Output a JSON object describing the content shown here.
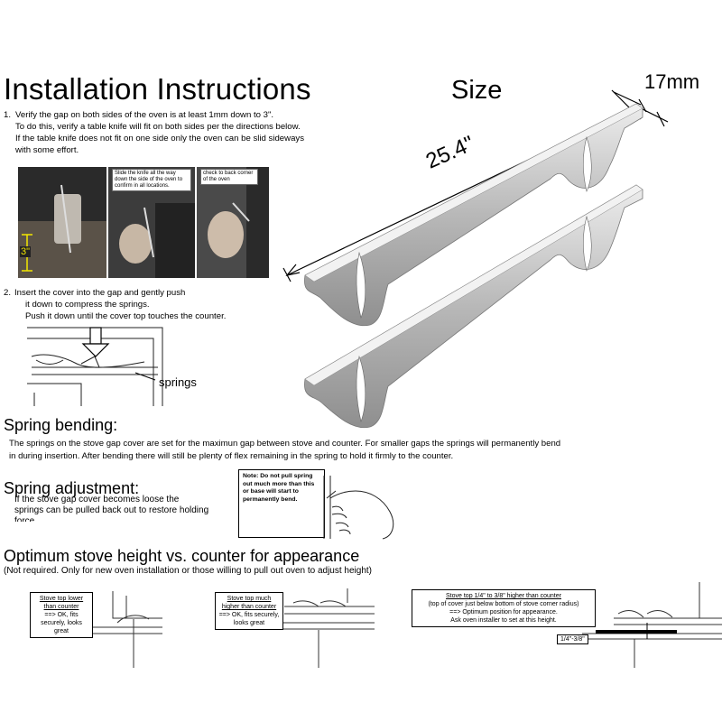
{
  "title": "Installation Instructions",
  "size": {
    "heading": "Size",
    "width_label": "17mm",
    "length_label": "25.4\""
  },
  "step1": {
    "number": "1.",
    "lines": [
      "Verify the gap on both sides of the oven is at least 1mm down to 3\".",
      "To do this, verify a table knife will fit on both sides per the directions below.",
      "If the table knife does not fit on one side only the oven can be slid sideways",
      "with some effort."
    ],
    "photo_captions": [
      "Slide the knife all the way down the side of the oven to confirm in all locations.",
      "check to back corner of the oven"
    ],
    "photo_measure": "3\""
  },
  "step2": {
    "number": "2.",
    "lines": [
      "Insert the cover into the gap and gently push",
      "it down to compress the springs.",
      "Push it down until the cover top touches the counter."
    ],
    "springs_label": "springs"
  },
  "spring_bending": {
    "heading": "Spring bending:",
    "lines": [
      "The springs on the stove gap cover are set for the maximun gap between stove and counter.  For smaller gaps the springs will permanently bend",
      "in during insertion.  After bending there will still be plenty of flex remaining in the spring to hold it firmly to the counter."
    ]
  },
  "spring_adjustment": {
    "heading": "Spring adjustment:",
    "lines": [
      "If the stove gap cover becomes loose the",
      "springs can be pulled back out to restore holding",
      "force"
    ],
    "note": "Note:  Do not pull spring out much more than this or base will start to permanently bend."
  },
  "optimum": {
    "heading": "Optimum stove height vs. counter for appearance",
    "subheading": "(Not required.  Only for new oven installation or those willing to pull out oven to adjust height)",
    "panel1": {
      "title_lines": [
        "Stove top lower",
        "than counter"
      ],
      "body": "==> OK, fits securely, looks great"
    },
    "panel2": {
      "title_lines": [
        "Stove top  much",
        "higher than counter"
      ],
      "body": "==> OK, fits securely, looks great"
    },
    "panel3": {
      "title": "Stove top  1/4\"  to 3/8\" higher than counter",
      "lines": [
        "(top of cover just below bottom of stove corner radius)",
        "==>  Optimum  position for appearance.",
        "Ask oven installer  to set at this height."
      ],
      "measure": "1/4\"-3/8\""
    }
  },
  "colors": {
    "steel_light": "#e4e4e4",
    "steel_dark": "#9a9a9a",
    "photo_bg": "#4a4a4a"
  }
}
